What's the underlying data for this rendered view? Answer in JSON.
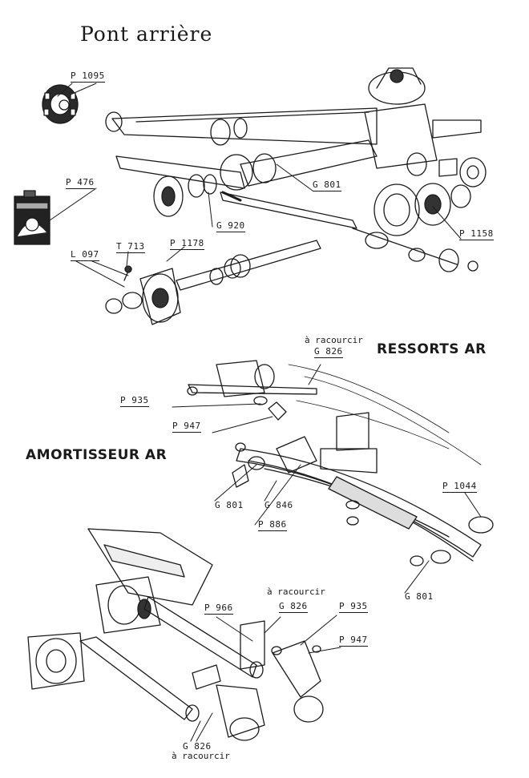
{
  "titles": {
    "pont_arriere": "Pont arrière",
    "ressorts_ar": "RESSORTS AR",
    "amortisseur_ar": "AMORTISSEUR AR"
  },
  "notes": {
    "racourcir_1": "à racourcir",
    "racourcir_2": "à racourcir",
    "racourcir_3": "à racourcir"
  },
  "labels": {
    "p1095": "P 1095",
    "p476": "P 476",
    "g801_a": "G 801",
    "g920": "G 920",
    "p1158": "P 1158",
    "l097": "L 097",
    "t713": "T 713",
    "p1178": "P 1178",
    "g826_a": "G 826",
    "p935_a": "P 935",
    "p947_a": "P 947",
    "g801_b": "G 801",
    "g846": "G 846",
    "p886": "P 886",
    "p1044": "P 1044",
    "g801_c": "G 801",
    "p966": "P 966",
    "g826_b": "G 826",
    "p935_b": "P 935",
    "p947_b": "P 947",
    "g826_c": "G 826"
  }
}
